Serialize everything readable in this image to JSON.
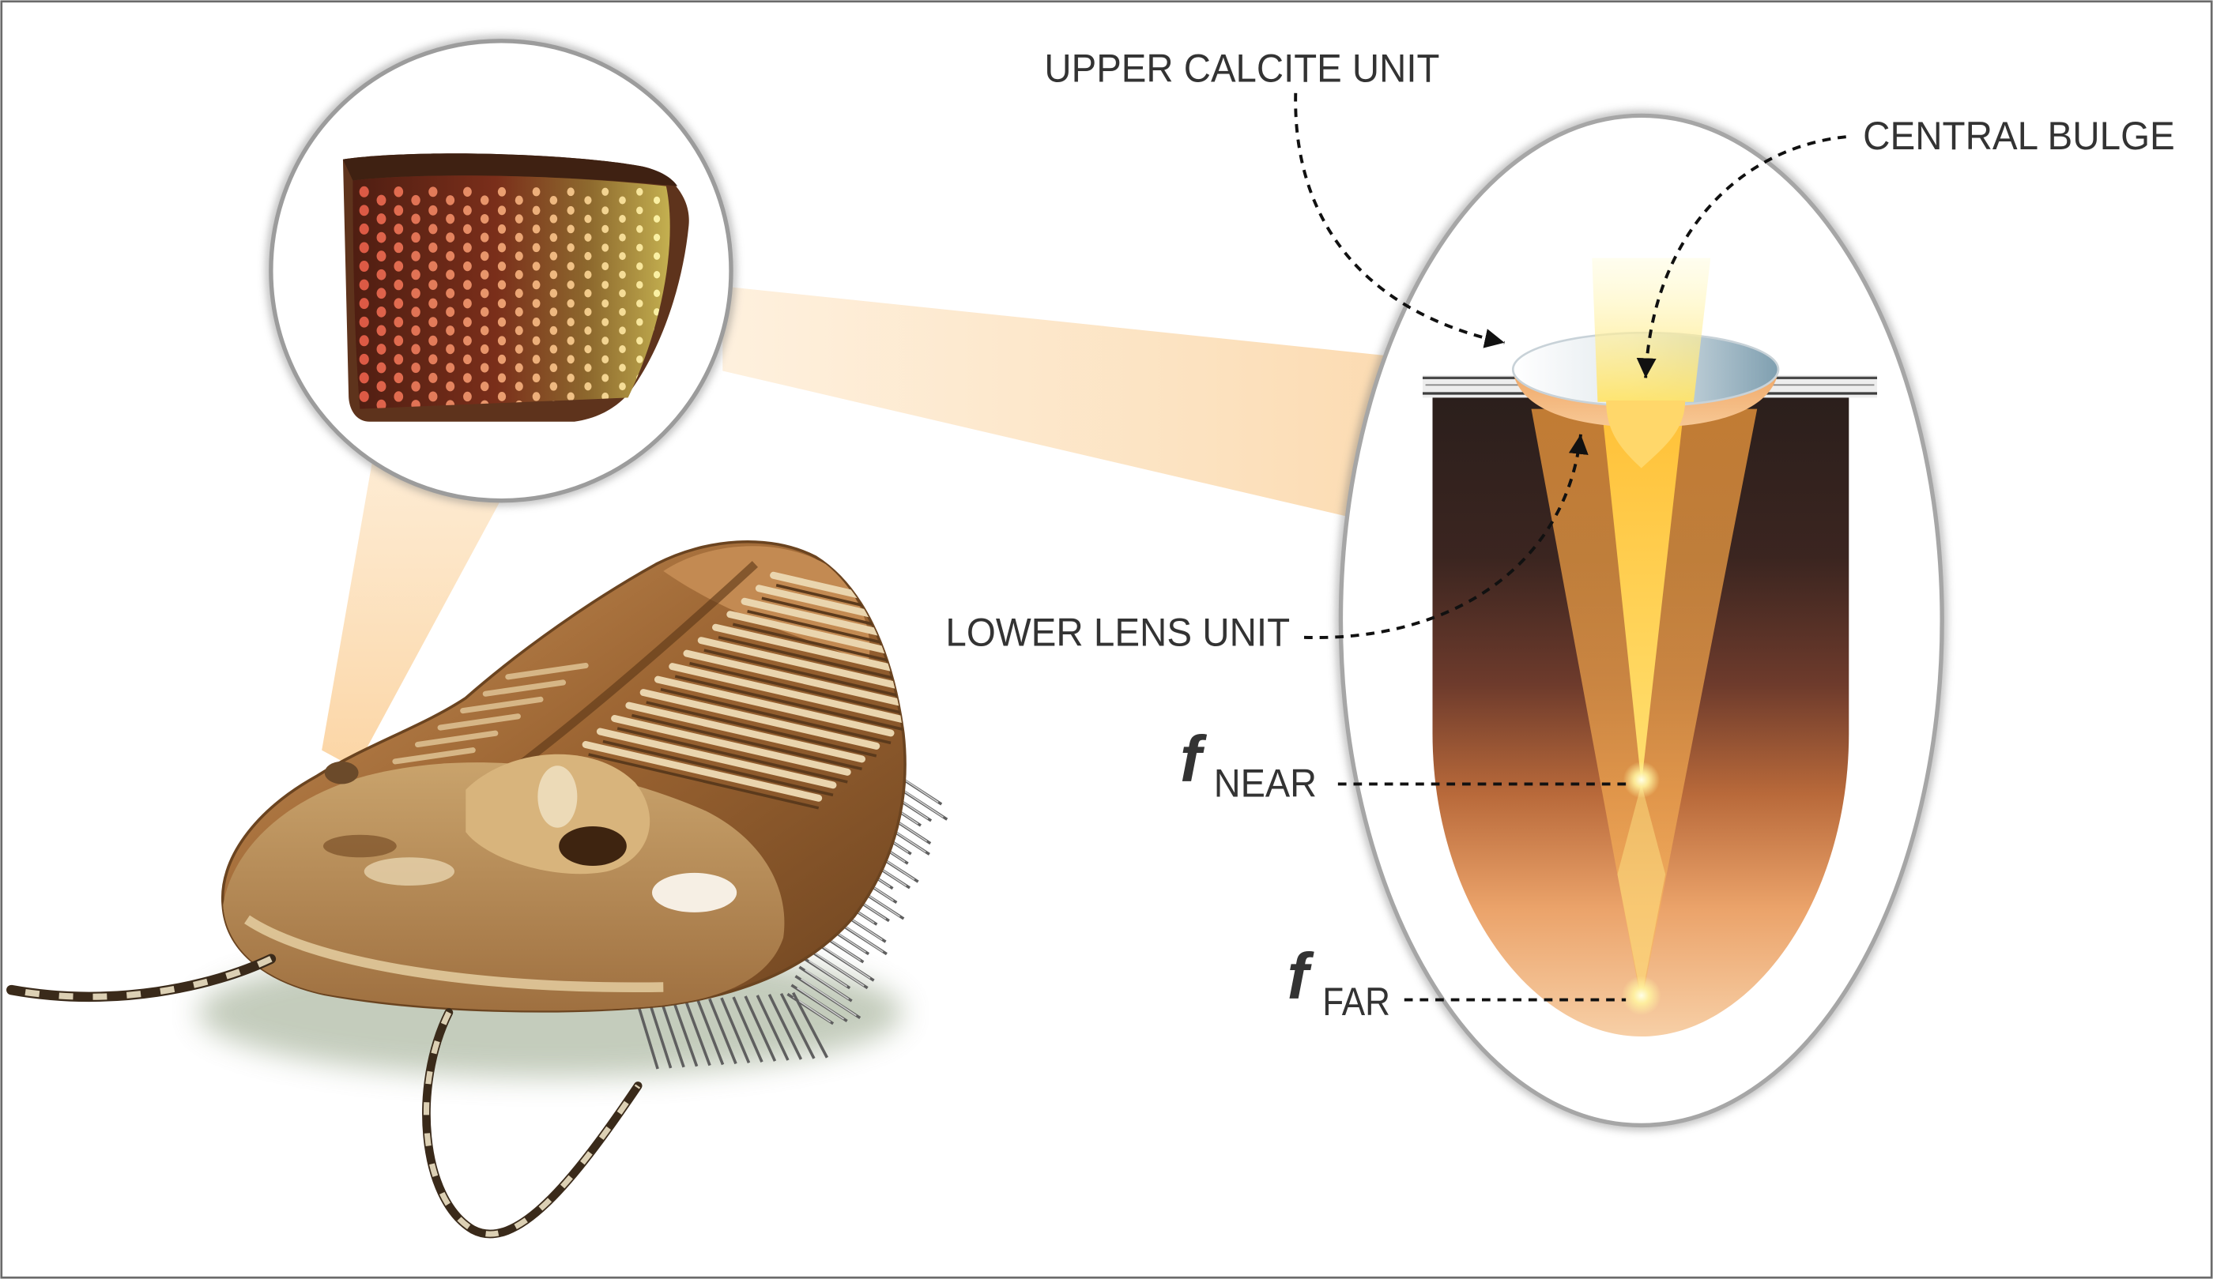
{
  "labels": {
    "upper_calcite_unit": "UPPER CALCITE UNIT",
    "central_bulge": "CENTRAL BULGE",
    "lower_lens_unit": "LOWER LENS UNIT",
    "f_near": {
      "symbol": "f",
      "subscript": "NEAR"
    },
    "f_far": {
      "symbol": "f",
      "subscript": "FAR"
    }
  },
  "colors": {
    "label_text": "#333333",
    "leader_line": "#111111",
    "beam": "#fbd9ad",
    "calcite": "#8eaab8",
    "lens_dark": "#2b1f1c",
    "lens_light": "#f7cfa6",
    "focal_glow": "#fff3a0"
  }
}
